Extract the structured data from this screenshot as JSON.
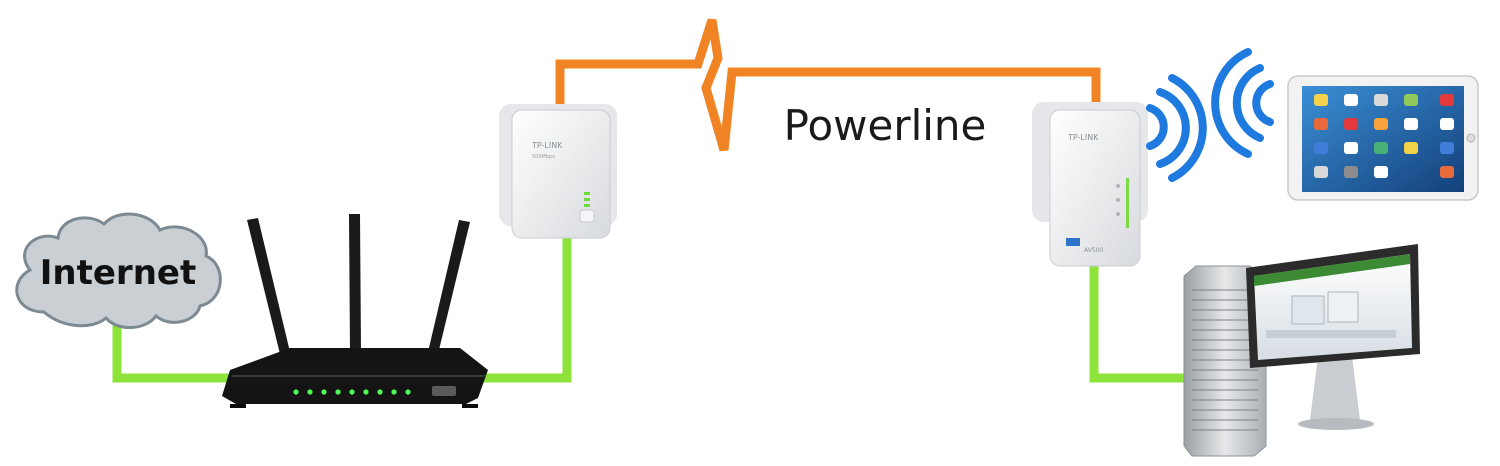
{
  "labels": {
    "internet": "Internet",
    "powerline": "Powerline"
  },
  "brand": {
    "left_adapter": "TP-LINK",
    "right_adapter": "TP-LINK",
    "left_adapter_sub": "500Mbps",
    "right_adapter_badge": "AV500"
  },
  "colors": {
    "ethernet_line": "#8de33a",
    "powerline_line": "#f08424",
    "wifi_waves": "#1f7ae0",
    "cloud_fill": "#c9cfd3",
    "cloud_stroke": "#7d8a92",
    "router_body": "#141414"
  },
  "icons": {
    "cloud": "cloud-icon",
    "router": "router-icon",
    "adapter": "powerline-adapter-icon",
    "wifi": "wifi-icon",
    "tablet": "tablet-icon",
    "computer": "desktop-computer-icon"
  }
}
